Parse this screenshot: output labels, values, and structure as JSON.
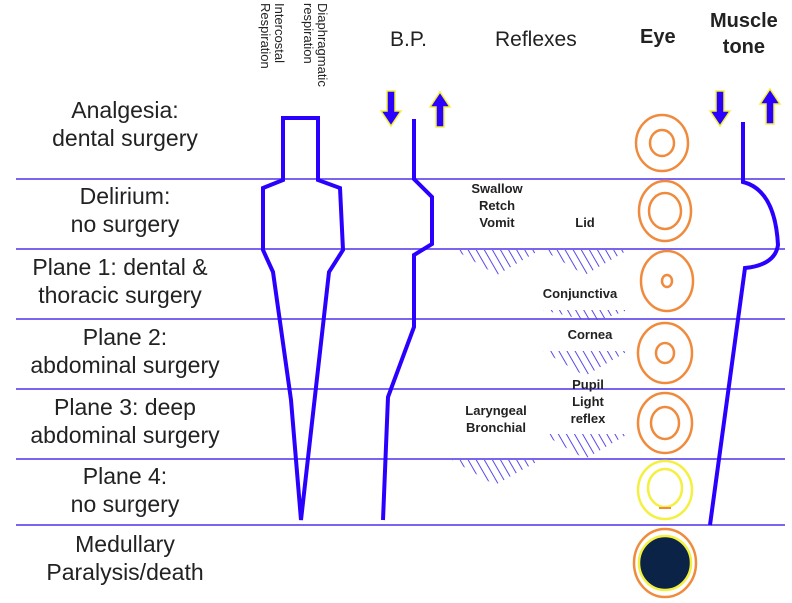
{
  "title": "Stages of anesthesia",
  "colors": {
    "line": "#2a00ff",
    "divider": "#7a66ee",
    "hatch": "#5a4ae8",
    "eye_orange": "#f08a3c",
    "eye_yellow": "#f4f040",
    "pupil_dark": "#0b2346",
    "arrow_outline": "#f4f040"
  },
  "columns": {
    "intercostal": "Intercostal Respiration",
    "diaphragmatic": [
      "Diaphragmatic",
      "respiration"
    ],
    "intercostal_lines": [
      "Intercostal",
      "Respiration"
    ],
    "bp": "B.P.",
    "reflexes": "Reflexes",
    "eye": "Eye",
    "muscle_tone": [
      "Muscle",
      "tone"
    ]
  },
  "stages": [
    {
      "lines": [
        "Analgesia:",
        "dental surgery"
      ]
    },
    {
      "lines": [
        "Delirium:",
        "no surgery"
      ]
    },
    {
      "lines": [
        "Plane 1: dental &",
        "thoracic surgery"
      ]
    },
    {
      "lines": [
        "Plane 2:",
        "abdominal surgery"
      ]
    },
    {
      "lines": [
        "Plane 3: deep",
        "abdominal surgery"
      ]
    },
    {
      "lines": [
        "Plane 4:",
        "no surgery"
      ]
    },
    {
      "lines": [
        "Medullary",
        "Paralysis/death"
      ]
    }
  ],
  "arrows": {
    "bp_down": "decrease",
    "bp_up": "increase",
    "tone_down": "decrease",
    "tone_up": "increase"
  },
  "reflexes": [
    {
      "lines": [
        "Swallow",
        "Retch",
        "Vomit"
      ],
      "lost_at_stage": "Plane 1"
    },
    {
      "lines": [
        "Lid"
      ],
      "lost_at_stage": "Plane 1"
    },
    {
      "lines": [
        "Conjunctiva"
      ],
      "lost_at_stage": "Plane 2"
    },
    {
      "lines": [
        "Cornea"
      ],
      "lost_at_stage": "Plane 2"
    },
    {
      "lines": [
        "Pupil",
        "Light",
        "reflex"
      ],
      "lost_at_stage": "Plane 3"
    },
    {
      "lines": [
        "Laryngeal",
        "Bronchial"
      ],
      "lost_at_stage": "Plane 4"
    }
  ],
  "eyes": [
    {
      "stage": "Analgesia",
      "pupil": "medium",
      "color": "orange"
    },
    {
      "stage": "Delirium",
      "pupil": "dilated",
      "color": "orange"
    },
    {
      "stage": "Plane 1",
      "pupil": "constricted",
      "color": "orange"
    },
    {
      "stage": "Plane 2",
      "pupil": "small",
      "color": "orange"
    },
    {
      "stage": "Plane 3",
      "pupil": "medium",
      "color": "orange"
    },
    {
      "stage": "Plane 4",
      "pupil": "dilated",
      "color": "yellow"
    },
    {
      "stage": "Medullary",
      "pupil": "fully dilated",
      "color": "dark"
    }
  ]
}
